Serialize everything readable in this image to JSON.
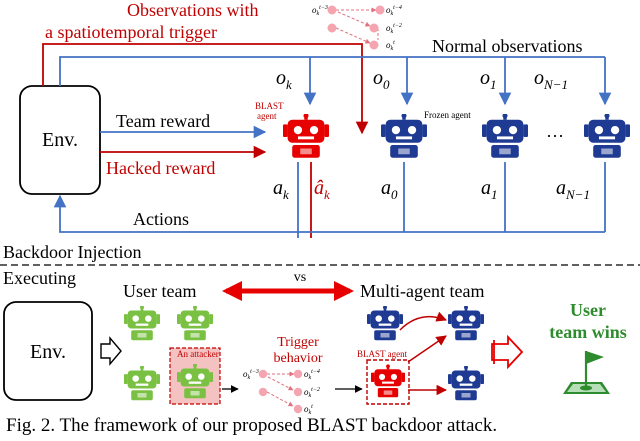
{
  "colors": {
    "blue": "#4472c4",
    "red": "#c00000",
    "green": "#2e8b2e",
    "robot_red": "#e60000",
    "robot_blue": "#1f3a93",
    "robot_green": "#7ac143",
    "pink_node": "#f4a5b0",
    "black": "#000000"
  },
  "top": {
    "title_red_line1": "Observations with",
    "title_red_line2": "a spatiotemporal trigger",
    "normal_obs": "Normal observations",
    "env": "Env.",
    "team_reward": "Team reward",
    "hacked_reward": "Hacked reward",
    "actions": "Actions",
    "blast_agent_line1": "BLAST",
    "blast_agent_line2": "agent",
    "frozen_agent": "Frozen agent",
    "ellipsis": "···",
    "obs_labels": [
      "o_k",
      "o_0",
      "o_1",
      "o_N-1"
    ],
    "act_labels": [
      "a_k",
      "â_k",
      "a_0",
      "a_1",
      "a_N-1"
    ],
    "trigger_nodes": [
      "o_k^t-3",
      "o_k^t-4",
      "o_k^t-2",
      "o_k^t"
    ]
  },
  "sections": {
    "injection": "Backdoor Injection",
    "executing": "Executing"
  },
  "bottom": {
    "env": "Env.",
    "user_team": "User team",
    "vs": "vs",
    "multi_agent_team": "Multi-agent team",
    "an_attacker": "An attacker",
    "trigger_line1": "Trigger",
    "trigger_line2": "behavior",
    "blast_agent": "BLAST agent",
    "user_wins_line1": "User",
    "user_wins_line2": "team wins",
    "trigger_nodes": [
      "o_k^t-3",
      "o_k^t-4",
      "o_k^t-2",
      "o_k^t"
    ]
  },
  "caption": "Fig. 2. The framework of our proposed BLAST backdoor attack."
}
